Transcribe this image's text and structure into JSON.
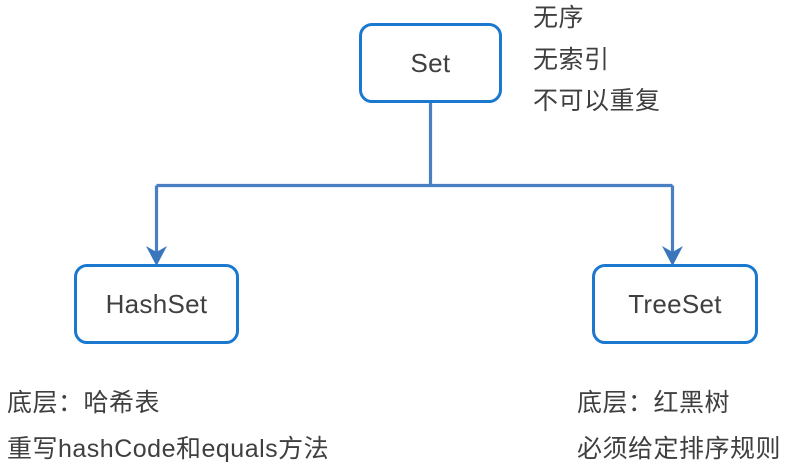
{
  "diagram": {
    "title": "Set Collection Hierarchy",
    "colors": {
      "node_border": "#1a78cf",
      "connector": "#4a7fc1",
      "node_fill": "#ffffff",
      "text": "#3f3f3f",
      "background": "#ffffff"
    },
    "nodes": {
      "root": {
        "label": "Set"
      },
      "left_child": {
        "label": "HashSet"
      },
      "right_child": {
        "label": "TreeSet"
      }
    },
    "annotations": {
      "set": {
        "lines": [
          "无序",
          "无索引",
          "不可以重复"
        ]
      },
      "hashset": {
        "lines": [
          "底层：哈希表",
          "重写hashCode和equals方法"
        ]
      },
      "treeset": {
        "lines": [
          "底层：红黑树",
          "必须给定排序规则"
        ]
      }
    },
    "edges": [
      {
        "from": "Set",
        "to": "HashSet",
        "style": "orthogonal-arrow"
      },
      {
        "from": "Set",
        "to": "TreeSet",
        "style": "orthogonal-arrow"
      }
    ]
  }
}
